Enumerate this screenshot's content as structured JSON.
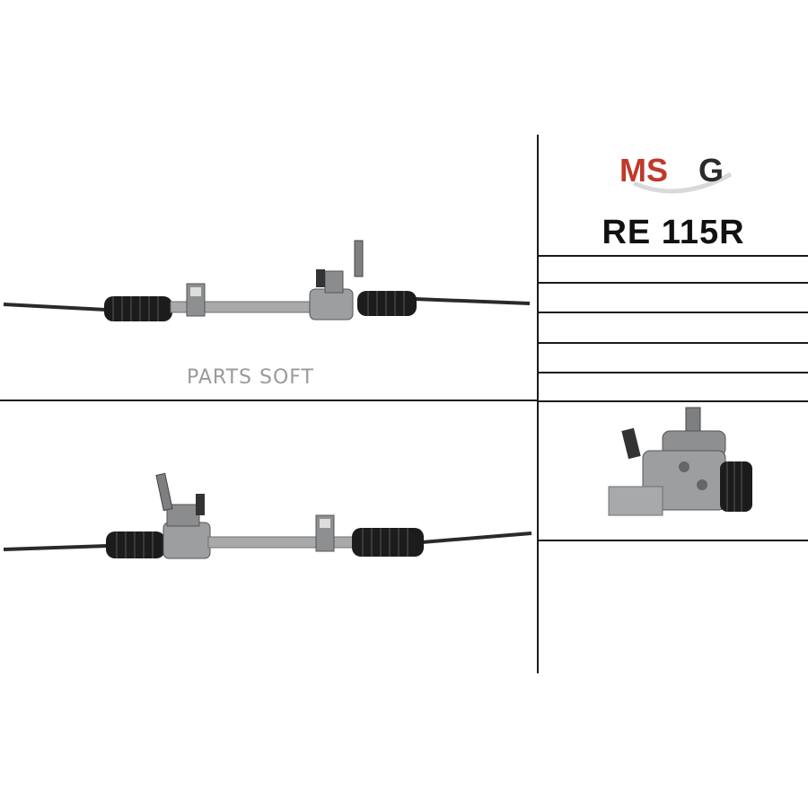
{
  "brand": {
    "logo_text": "MSG",
    "colors": {
      "red": "#c0392b",
      "dark": "#2b2b2b",
      "swoosh": "#d9d9d9"
    }
  },
  "product": {
    "part_number": "RE 115R"
  },
  "watermark": {
    "text": "PARTS SOFT"
  },
  "spec_rows": [
    "",
    "",
    "",
    "",
    ""
  ],
  "images": {
    "top": "steering-rack-front-view",
    "bottom": "steering-rack-rear-view",
    "detail": "steering-rack-valve-closeup"
  },
  "colors": {
    "line": "#1a1a1a",
    "boot": "#1c1c1c",
    "metal": "#a7a9ab",
    "metal_dark": "#6e7073"
  }
}
